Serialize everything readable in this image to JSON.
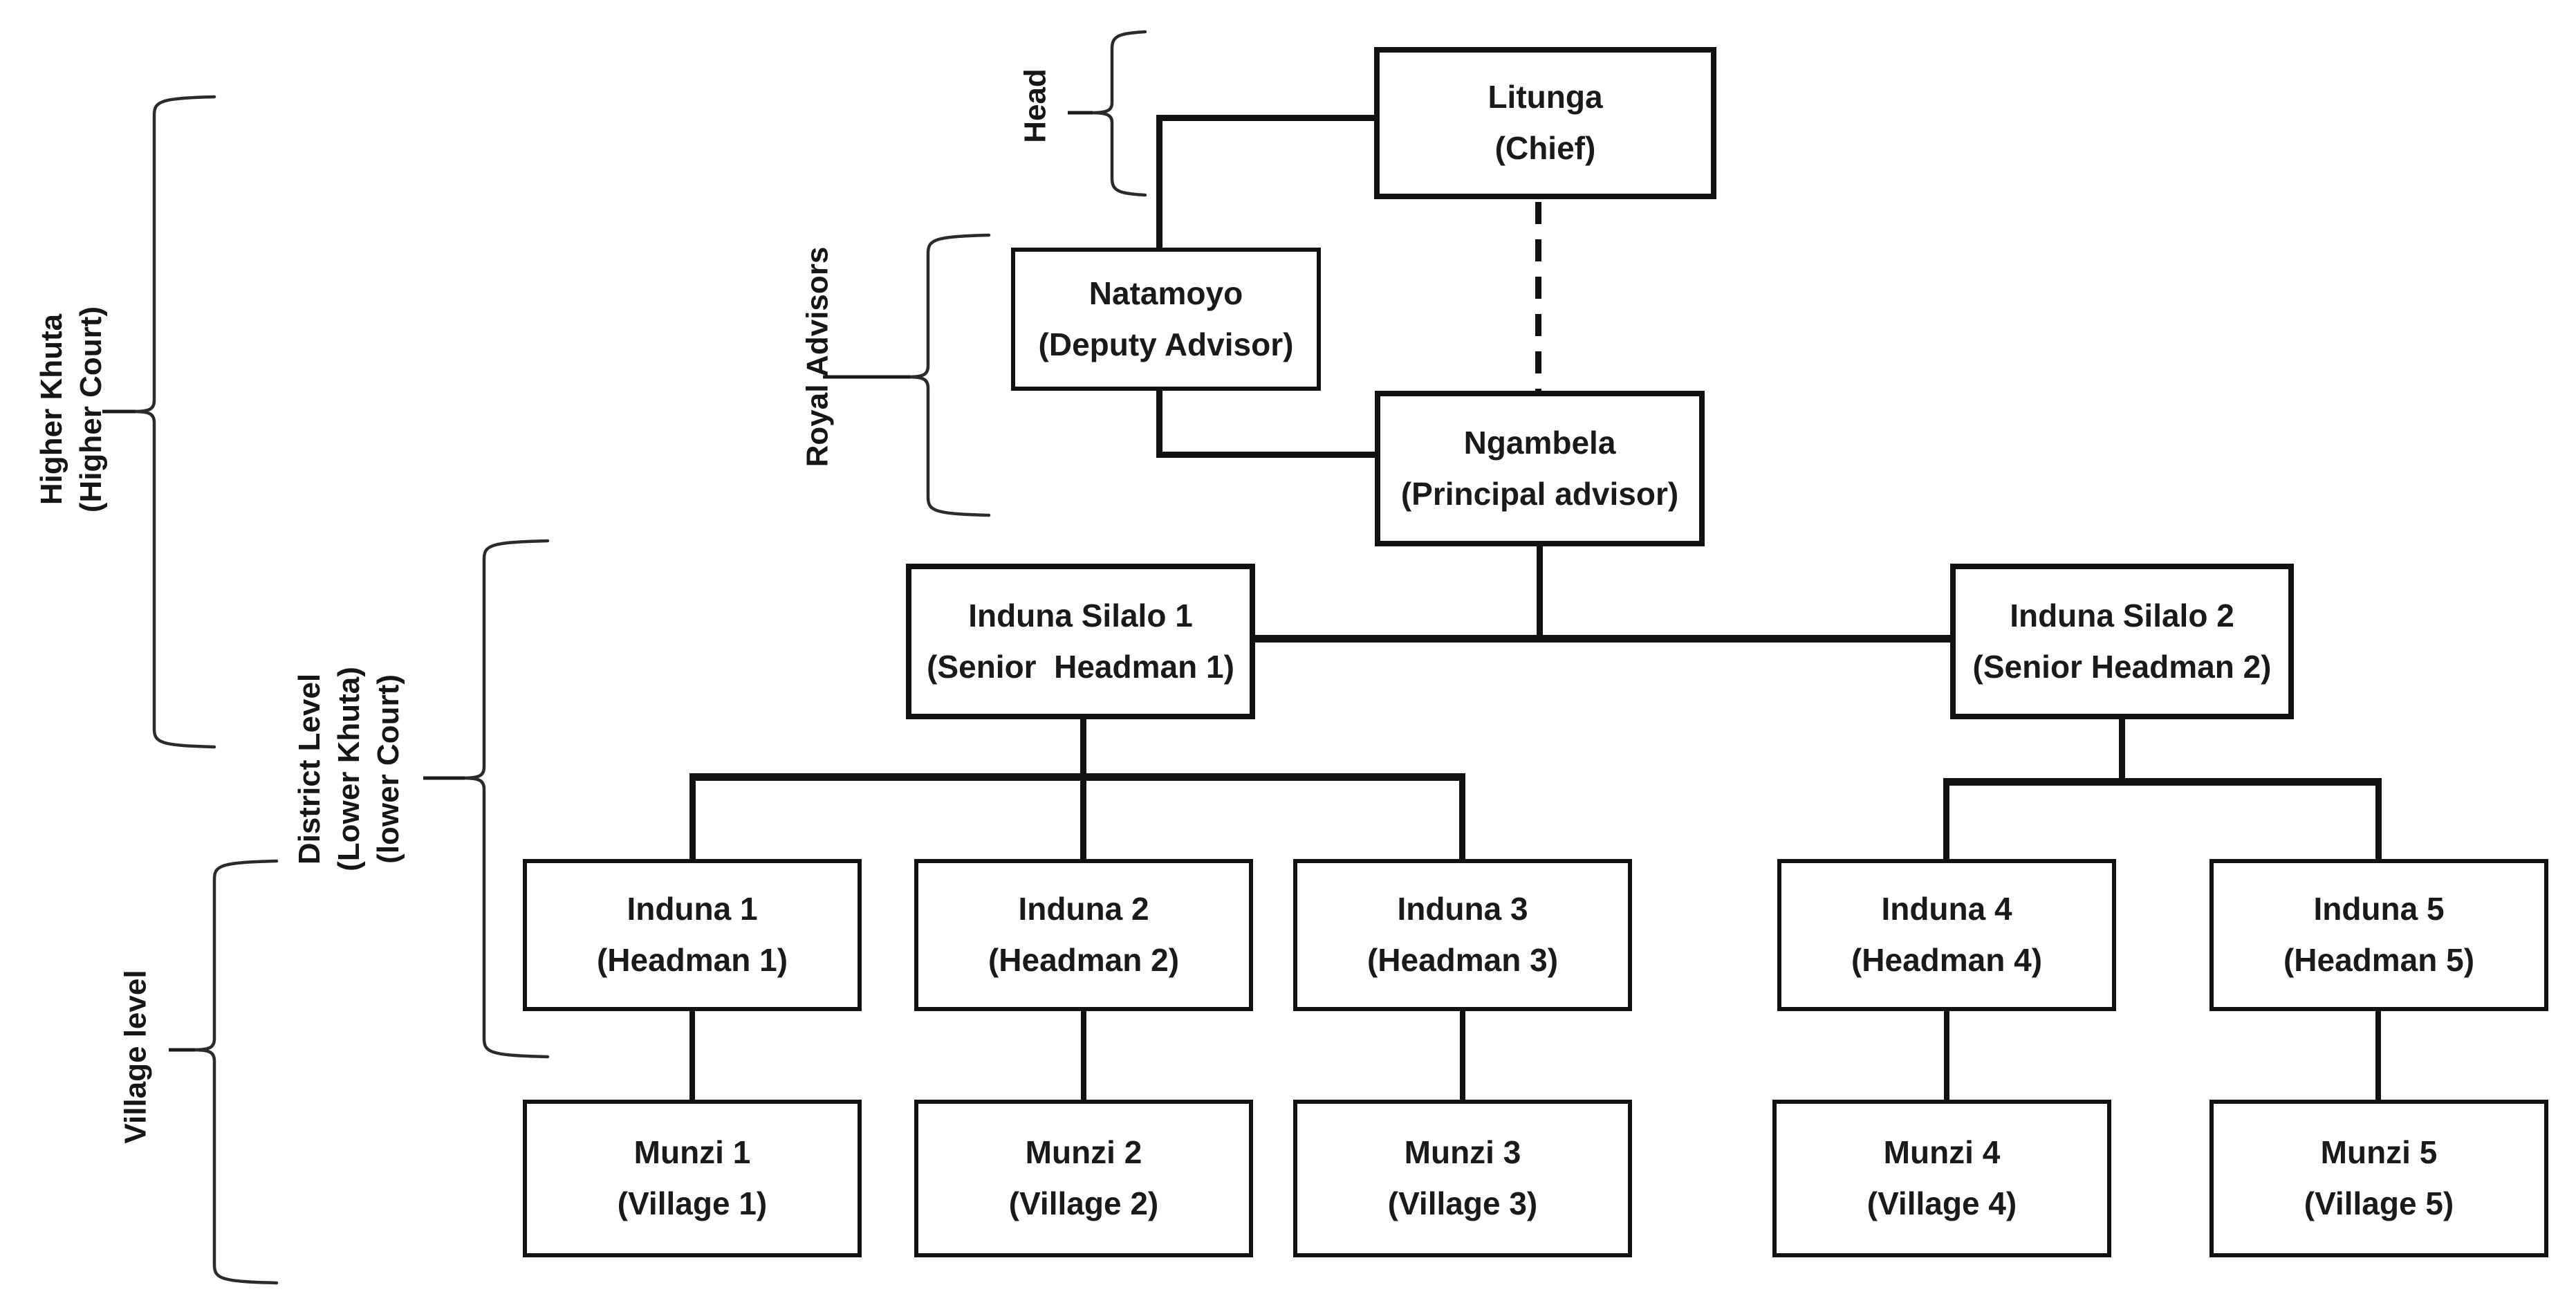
{
  "nodes": {
    "litunga": {
      "title": "Litunga",
      "subtitle": "(Chief)"
    },
    "natamoyo": {
      "title": "Natamoyo",
      "subtitle": "(Deputy Advisor)"
    },
    "ngambela": {
      "title": "Ngambela",
      "subtitle": "(Principal advisor)"
    },
    "silalo1": {
      "title": "Induna Silalo 1",
      "subtitle": "(Senior  Headman 1)"
    },
    "silalo2": {
      "title": "Induna Silalo 2",
      "subtitle": "(Senior Headman 2)"
    },
    "induna1": {
      "title": "Induna 1",
      "subtitle": "(Headman 1)"
    },
    "induna2": {
      "title": "Induna 2",
      "subtitle": "(Headman 2)"
    },
    "induna3": {
      "title": "Induna 3",
      "subtitle": "(Headman 3)"
    },
    "induna4": {
      "title": "Induna 4",
      "subtitle": "(Headman 4)"
    },
    "induna5": {
      "title": "Induna 5",
      "subtitle": "(Headman 5)"
    },
    "munzi1": {
      "title": "Munzi 1",
      "subtitle": "(Village 1)"
    },
    "munzi2": {
      "title": "Munzi 2",
      "subtitle": "(Village 2)"
    },
    "munzi3": {
      "title": "Munzi 3",
      "subtitle": "(Village 3)"
    },
    "munzi4": {
      "title": "Munzi 4",
      "subtitle": "(Village 4)"
    },
    "munzi5": {
      "title": "Munzi 5",
      "subtitle": "(Village 5)"
    }
  },
  "group_labels": {
    "head": "Head",
    "royal_advisors": "Royal Advisors",
    "higher_khuta": {
      "line1": "Higher Khuta",
      "line2": "(Higher Court)"
    },
    "district": {
      "line1": "District Level",
      "line2": "(Lower Khuta)",
      "line3": "(lower Court)"
    },
    "village": "Village level"
  },
  "colors": {
    "background": "#ffffff",
    "box_border": "#111111",
    "connector": "#111111",
    "brace": "#2b2b2b",
    "text": "#1a1a1a"
  }
}
